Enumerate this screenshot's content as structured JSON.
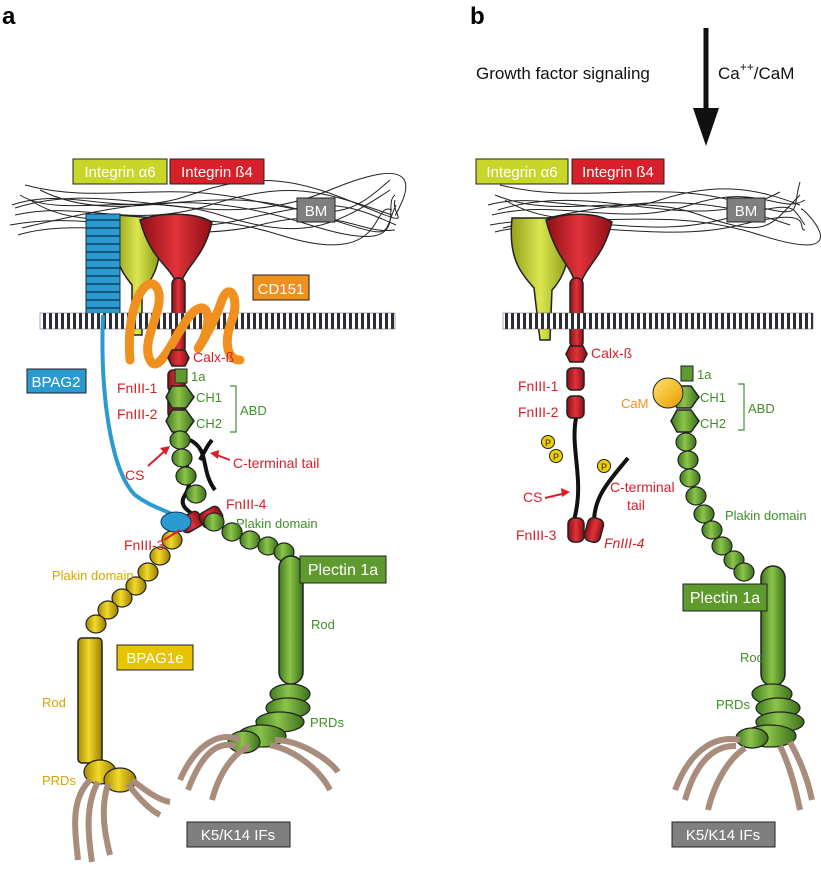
{
  "colors": {
    "integrin_a6": "#c8d62a",
    "integrin_b4": "#d7202a",
    "plectin": "#5e9a2e",
    "bpag1e": "#e8c300",
    "bpag2": "#2a9bd1",
    "cd151": "#f0901e",
    "if": "#a88c7c",
    "box_gray": "#7f7f7f",
    "text_red": "#d7202a",
    "text_green": "#3f8f2a",
    "text_yellow": "#d8a400",
    "text_orange": "#f0901e"
  },
  "panel_a": {
    "letter": "a",
    "integrin_a6": "Integrin α6",
    "integrin_b4": "Integrin ß4",
    "bm": "BM",
    "cd151": "CD151",
    "bpag2": "BPAG2",
    "calx": "Calx-ß",
    "fn1": "FnIII-1",
    "fn2": "FnIII-2",
    "fn3": "FnIII-3",
    "fn4": "FnIII-4",
    "la": "1a",
    "ch1": "CH1",
    "ch2": "CH2",
    "abd": "ABD",
    "cs": "CS",
    "ctail": "C-terminal tail",
    "plakin_plectin": "Plakin domain",
    "plakin_bpag": "Plakin domain",
    "plectin": "Plectin 1a",
    "bpag1e": "BPAG1e",
    "rod_bpag": "Rod",
    "rod_plectin": "Rod",
    "prds_bpag": "PRDs",
    "prds_plectin": "PRDs",
    "if": "K5/K14 IFs"
  },
  "panel_b": {
    "letter": "b",
    "signal": "Growth factor signaling",
    "cam_base": "Ca",
    "cam_sup": "++",
    "cam_tail": "/CaM",
    "integrin_a6": "Integrin α6",
    "integrin_b4": "Integrin ß4",
    "bm": "BM",
    "calx": "Calx-ß",
    "fn1": "FnIII-1",
    "fn2": "FnIII-2",
    "fn3": "FnIII-3",
    "fn4": "FnIII-4",
    "p": "P",
    "la": "1a",
    "cam": "CaM",
    "ch1": "CH1",
    "ch2": "CH2",
    "abd": "ABD",
    "cs": "CS",
    "ctail1": "C-terminal",
    "ctail2": "tail",
    "plakin": "Plakin domain",
    "plectin": "Plectin 1a",
    "rod": "Rod",
    "prds": "PRDs",
    "if": "K5/K14 IFs"
  }
}
